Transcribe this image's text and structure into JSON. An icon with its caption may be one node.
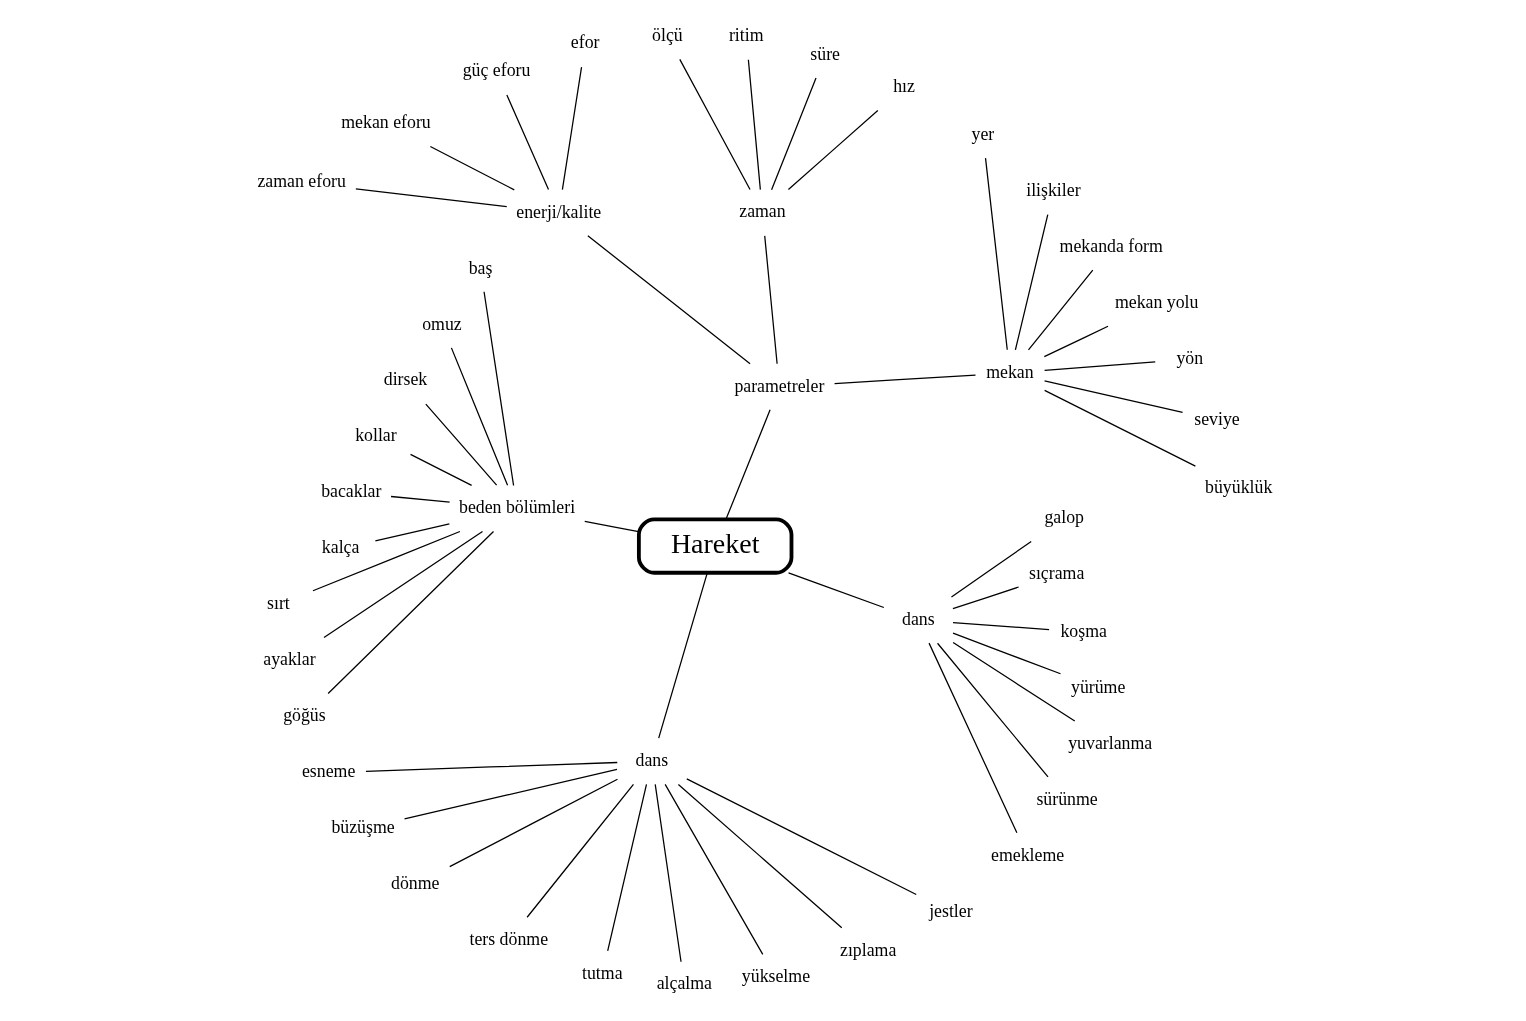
{
  "diagram": {
    "nodes": [
      {
        "text": [
          "Hareket"
        ]
      },
      {
        "text": [
          "parametreler"
        ]
      },
      {
        "text": [
          "mekan"
        ]
      },
      {
        "text": [
          "büyüklük"
        ]
      },
      {
        "text": [
          "seviye"
        ]
      },
      {
        "text": [
          "yön"
        ]
      },
      {
        "text": [
          "mekan yolu"
        ]
      },
      {
        "text": [
          "mekanda form"
        ]
      },
      {
        "text": [
          "ilişkiler"
        ]
      },
      {
        "text": [
          "yer"
        ]
      },
      {
        "text": [
          "zaman"
        ]
      },
      {
        "text": [
          "hız"
        ]
      },
      {
        "text": [
          "süre"
        ]
      },
      {
        "text": [
          "ritim"
        ]
      },
      {
        "text": [
          "ölçü"
        ]
      },
      {
        "text": [
          "enerji/kalite"
        ]
      },
      {
        "text": [
          "efor"
        ]
      },
      {
        "text": [
          "güç eforu"
        ]
      },
      {
        "text": [
          "mekan eforu"
        ]
      },
      {
        "text": [
          "zaman eforu"
        ]
      },
      {
        "text": [
          "beden bölümleri"
        ]
      },
      {
        "text": [
          "baş"
        ]
      },
      {
        "text": [
          "omuz"
        ]
      },
      {
        "text": [
          "dirsek"
        ]
      },
      {
        "text": [
          "kollar"
        ]
      },
      {
        "text": [
          "bacaklar"
        ]
      },
      {
        "text": [
          "kalça"
        ]
      },
      {
        "text": [
          "sırt"
        ]
      },
      {
        "text": [
          "ayaklar"
        ]
      },
      {
        "text": [
          "göğüs"
        ]
      },
      {
        "text": [
          "dans"
        ]
      },
      {
        "text": [
          "esneme"
        ]
      },
      {
        "text": [
          "büzüşme"
        ]
      },
      {
        "text": [
          "dönme"
        ]
      },
      {
        "text": [
          "ters dönme"
        ]
      },
      {
        "text": [
          "tutma"
        ]
      },
      {
        "text": [
          "alçalma"
        ]
      },
      {
        "text": [
          "yükselme"
        ]
      },
      {
        "text": [
          "zıplama"
        ]
      },
      {
        "text": [
          "jestler"
        ]
      },
      {
        "text": [
          "dans"
        ]
      },
      {
        "text": [
          "emekleme"
        ]
      },
      {
        "text": [
          "sürünme"
        ]
      },
      {
        "text": [
          "yuvarlanma"
        ]
      },
      {
        "text": [
          "yürüme"
        ]
      },
      {
        "text": [
          "koşma"
        ]
      },
      {
        "text": [
          "sıçrama"
        ]
      },
      {
        "text": [
          "galop"
        ]
      }
    ],
    "edges": [
      {
        "from": 0,
        "to": 1,
        "arrow": "none"
      },
      {
        "from": 1,
        "to": 2,
        "arrow": "none"
      },
      {
        "from": 2,
        "to": 3,
        "arrow": "none"
      },
      {
        "from": 2,
        "to": 4,
        "arrow": "none"
      },
      {
        "from": 2,
        "to": 5,
        "arrow": "none"
      },
      {
        "from": 2,
        "to": 6,
        "arrow": "none"
      },
      {
        "from": 2,
        "to": 7,
        "arrow": "none"
      },
      {
        "from": 2,
        "to": 8,
        "arrow": "none"
      },
      {
        "from": 2,
        "to": 9,
        "arrow": "none"
      },
      {
        "from": 1,
        "to": 10,
        "arrow": "none"
      },
      {
        "from": 10,
        "to": 11,
        "arrow": "none"
      },
      {
        "from": 10,
        "to": 12,
        "arrow": "none"
      },
      {
        "from": 10,
        "to": 13,
        "arrow": "none"
      },
      {
        "from": 10,
        "to": 14,
        "arrow": "none"
      },
      {
        "from": 1,
        "to": 15,
        "arrow": "none"
      },
      {
        "from": 15,
        "to": 16,
        "arrow": "none"
      },
      {
        "from": 15,
        "to": 17,
        "arrow": "none"
      },
      {
        "from": 15,
        "to": 18,
        "arrow": "none"
      },
      {
        "from": 15,
        "to": 19,
        "arrow": "none"
      },
      {
        "from": 0,
        "to": 20,
        "arrow": "none"
      },
      {
        "from": 20,
        "to": 21,
        "arrow": "none"
      },
      {
        "from": 20,
        "to": 22,
        "arrow": "none"
      },
      {
        "from": 20,
        "to": 23,
        "arrow": "none"
      },
      {
        "from": 20,
        "to": 24,
        "arrow": "none"
      },
      {
        "from": 20,
        "to": 25,
        "arrow": "none"
      },
      {
        "from": 20,
        "to": 26,
        "arrow": "none"
      },
      {
        "from": 20,
        "to": 27,
        "arrow": "none"
      },
      {
        "from": 20,
        "to": 28,
        "arrow": "none"
      },
      {
        "from": 20,
        "to": 29,
        "arrow": "none"
      },
      {
        "from": 0,
        "to": 30,
        "arrow": "none"
      },
      {
        "from": 30,
        "to": 31,
        "arrow": "none"
      },
      {
        "from": 30,
        "to": 32,
        "arrow": "none"
      },
      {
        "from": 30,
        "to": 33,
        "arrow": "none"
      },
      {
        "from": 30,
        "to": 34,
        "arrow": "none"
      },
      {
        "from": 30,
        "to": 35,
        "arrow": "none"
      },
      {
        "from": 30,
        "to": 36,
        "arrow": "none"
      },
      {
        "from": 30,
        "to": 37,
        "arrow": "none"
      },
      {
        "from": 30,
        "to": 38,
        "arrow": "none"
      },
      {
        "from": 30,
        "to": 39,
        "arrow": "none"
      },
      {
        "from": 0,
        "to": 40,
        "arrow": "none"
      },
      {
        "from": 40,
        "to": 41,
        "arrow": "none"
      },
      {
        "from": 40,
        "to": 42,
        "arrow": "none"
      },
      {
        "from": 40,
        "to": 43,
        "arrow": "none"
      },
      {
        "from": 40,
        "to": 44,
        "arrow": "none"
      },
      {
        "from": 40,
        "to": 45,
        "arrow": "none"
      },
      {
        "from": 40,
        "to": 46,
        "arrow": "none"
      },
      {
        "from": 40,
        "to": 47,
        "arrow": "none"
      }
    ]
  }
}
